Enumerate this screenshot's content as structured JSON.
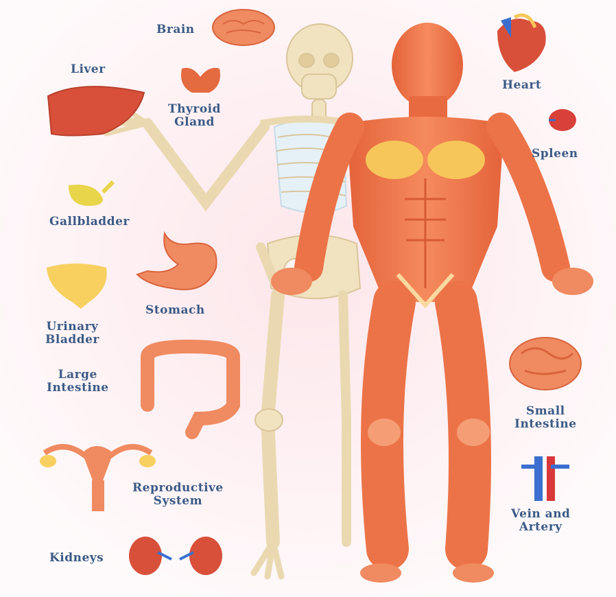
{
  "labels": {
    "brain": "Brain",
    "liver": "Liver",
    "thyroid_1": "Thyroid",
    "thyroid_2": "Gland",
    "heart": "Heart",
    "spleen": "Spleen",
    "gallbladder": "Gallbladder",
    "stomach": "Stomach",
    "urinary_1": "Urinary",
    "urinary_2": "Bladder",
    "large_1": "Large",
    "large_2": "Intestine",
    "small_1": "Small",
    "small_2": "Intestine",
    "repro_1": "Reproductive",
    "repro_2": "System",
    "vein_1": "Vein and",
    "vein_2": "Artery",
    "kidneys": "Kidneys"
  },
  "colors": {
    "background": "#fdf3f4",
    "label_text": "#3a5a86",
    "muscle": "#f0784a",
    "muscle_dark": "#d85a34",
    "bone": "#f1e3c0",
    "organ_red": "#d8503a",
    "organ_orange": "#f08a60",
    "fat_yellow": "#f7c65a",
    "vein_blue": "#3a6fd0",
    "artery_red": "#d83838"
  },
  "icons": [
    "brain-icon",
    "liver-icon",
    "thyroid-icon",
    "heart-icon",
    "spleen-icon",
    "gallbladder-icon",
    "stomach-icon",
    "urinary-bladder-icon",
    "large-intestine-icon",
    "small-intestine-icon",
    "reproductive-system-icon",
    "vein-artery-icon",
    "kidneys-icon",
    "skeleton-figure",
    "muscle-figure"
  ]
}
